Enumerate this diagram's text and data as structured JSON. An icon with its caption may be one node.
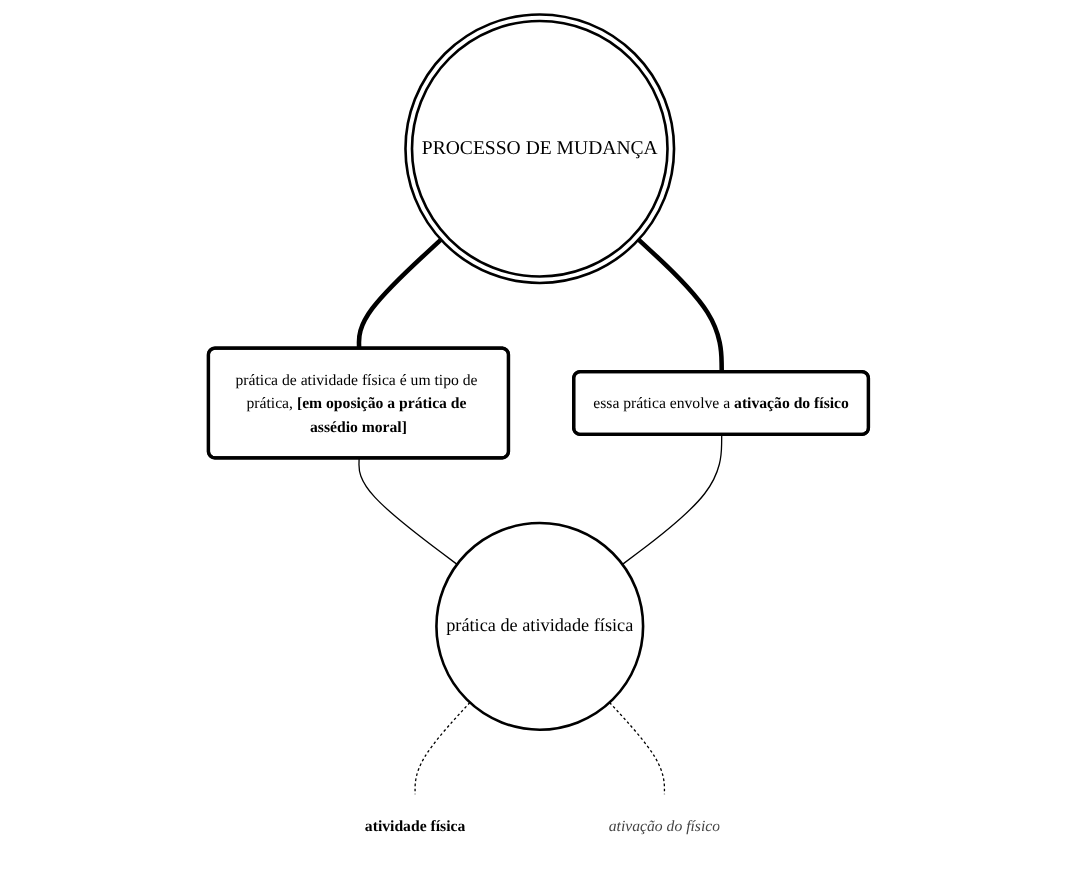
{
  "diagram": {
    "nodes": [
      {
        "text": [
          "PROCESSO DE MUDANÇA"
        ]
      },
      {
        "text": [
          "prática de atividade física é um tipo de prática, **[em oposição a prática de assédio moral]**"
        ]
      },
      {
        "text": [
          "essa prática envolve a **ativação do físico**"
        ]
      },
      {
        "text": [
          "prática de atividade física"
        ]
      },
      {
        "text": [
          "atividade física"
        ]
      },
      {
        "text": [
          "ativação do físico"
        ]
      }
    ],
    "edges": [
      {
        "from": 0,
        "to": 1,
        "arrow": "none",
        "style": "thick"
      },
      {
        "from": 0,
        "to": 2,
        "arrow": "none",
        "style": "thick"
      },
      {
        "from": 1,
        "to": 3,
        "arrow": "none"
      },
      {
        "from": 2,
        "to": 3,
        "arrow": "none"
      },
      {
        "from": 3,
        "to": 4,
        "arrow": "none",
        "style": "dashed"
      },
      {
        "from": 3,
        "to": 5,
        "arrow": "none",
        "style": "dashed"
      }
    ]
  }
}
